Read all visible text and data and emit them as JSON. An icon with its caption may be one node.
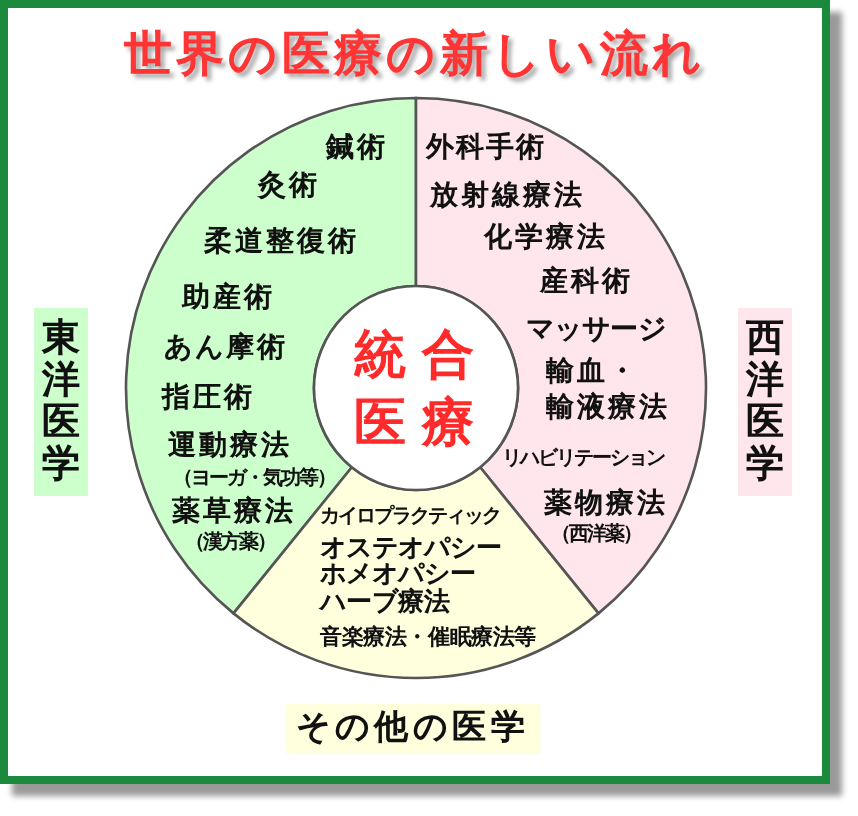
{
  "diagram": {
    "title": "世界の医療の新しい流れ",
    "nodes": [
      {
        "text": [
          "鍼術",
          "灸術",
          "柔道整復術",
          "助産術",
          "あん摩術",
          "指圧術",
          "運動療法",
          "（ヨーガ・気功等）",
          "薬草療法",
          "（漢方薬）"
        ]
      },
      {
        "text": [
          "外科手術",
          "放射線療法",
          "化学療法",
          "産科術",
          "マッサージ",
          "輸血・輸液療法",
          "リハビリテーション",
          "薬物療法",
          "（西洋薬）"
        ]
      },
      {
        "text": [
          "統合医療"
        ]
      },
      {
        "text": [
          "カイロプラクティック",
          "オステオパシー",
          "ホメオパシー",
          "ハーブ療法",
          "音楽療法・催眠療法等"
        ]
      },
      {
        "text": [
          "東洋医学"
        ]
      },
      {
        "text": [
          "西洋医学"
        ]
      },
      {
        "text": [
          "その他の医学"
        ]
      }
    ]
  }
}
